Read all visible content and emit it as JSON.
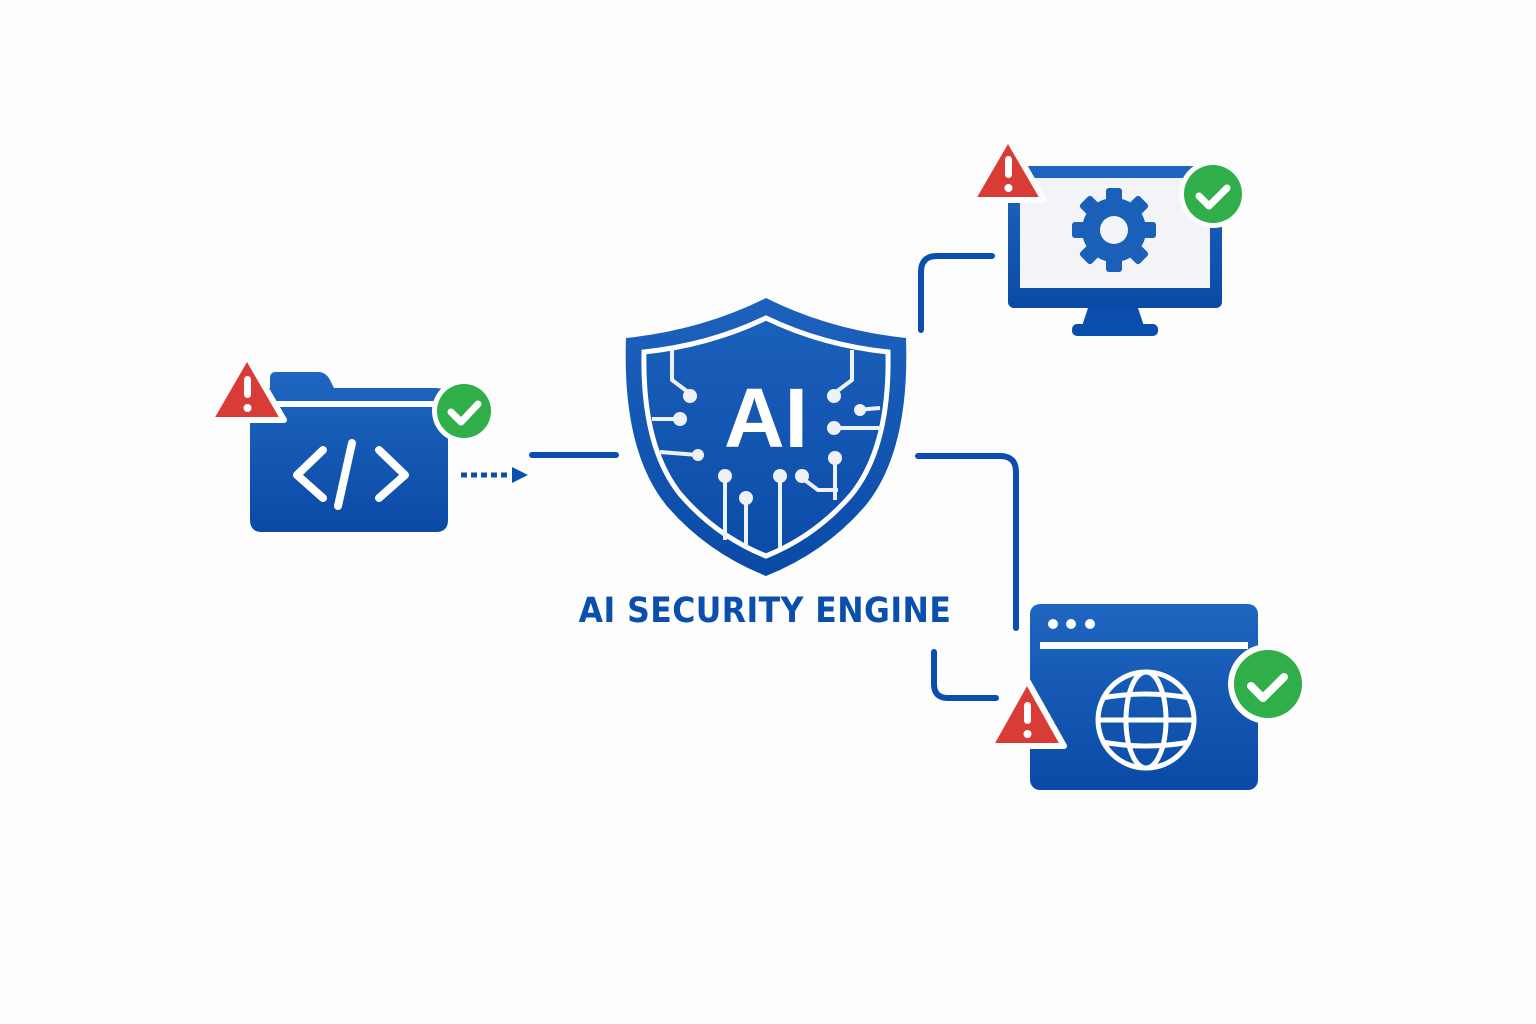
{
  "diagram": {
    "title": "AI SECURITY ENGINE",
    "center": {
      "label": "AI",
      "icon": "ai-shield-circuit-icon"
    },
    "nodes": [
      {
        "id": "code-folder",
        "icon": "code-folder-icon",
        "glyph": "</>",
        "badges": [
          "warning-icon",
          "check-icon"
        ]
      },
      {
        "id": "settings-monitor",
        "icon": "monitor-gear-icon",
        "badges": [
          "warning-icon",
          "check-icon"
        ]
      },
      {
        "id": "web-browser",
        "icon": "browser-globe-icon",
        "badges": [
          "warning-icon",
          "check-icon"
        ]
      }
    ],
    "connections": [
      {
        "from": "code-folder",
        "to": "ai-shield",
        "style": "dashed-arrow"
      },
      {
        "from": "ai-shield",
        "to": "settings-monitor",
        "style": "solid"
      },
      {
        "from": "ai-shield",
        "to": "web-browser",
        "style": "solid"
      }
    ]
  },
  "colors": {
    "primary_blue": "#0b4fae",
    "blue_light": "#1f66c0",
    "warning_red": "#d93b36",
    "success_green": "#2fae4a",
    "background": "#fdfdfd",
    "screen_fill": "#f2f4f7"
  }
}
